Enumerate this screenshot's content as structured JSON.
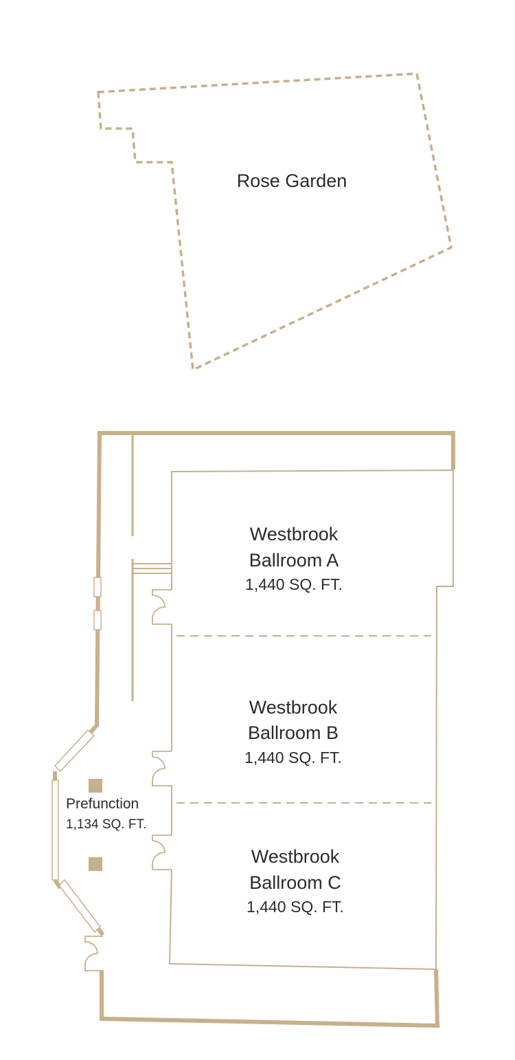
{
  "colors": {
    "wall": "#c7b08b",
    "text": "#2b2b2b"
  },
  "rose_garden": {
    "name": "Rose Garden"
  },
  "rooms": [
    {
      "name_line1": "Westbrook",
      "name_line2": "Ballroom A",
      "area": "1,440 SQ. FT."
    },
    {
      "name_line1": "Westbrook",
      "name_line2": "Ballroom B",
      "area": "1,440 SQ. FT."
    },
    {
      "name_line1": "Westbrook",
      "name_line2": "Ballroom C",
      "area": "1,440 SQ. FT."
    }
  ],
  "prefunction": {
    "name": "Prefunction",
    "area": "1,134 SQ. FT."
  }
}
